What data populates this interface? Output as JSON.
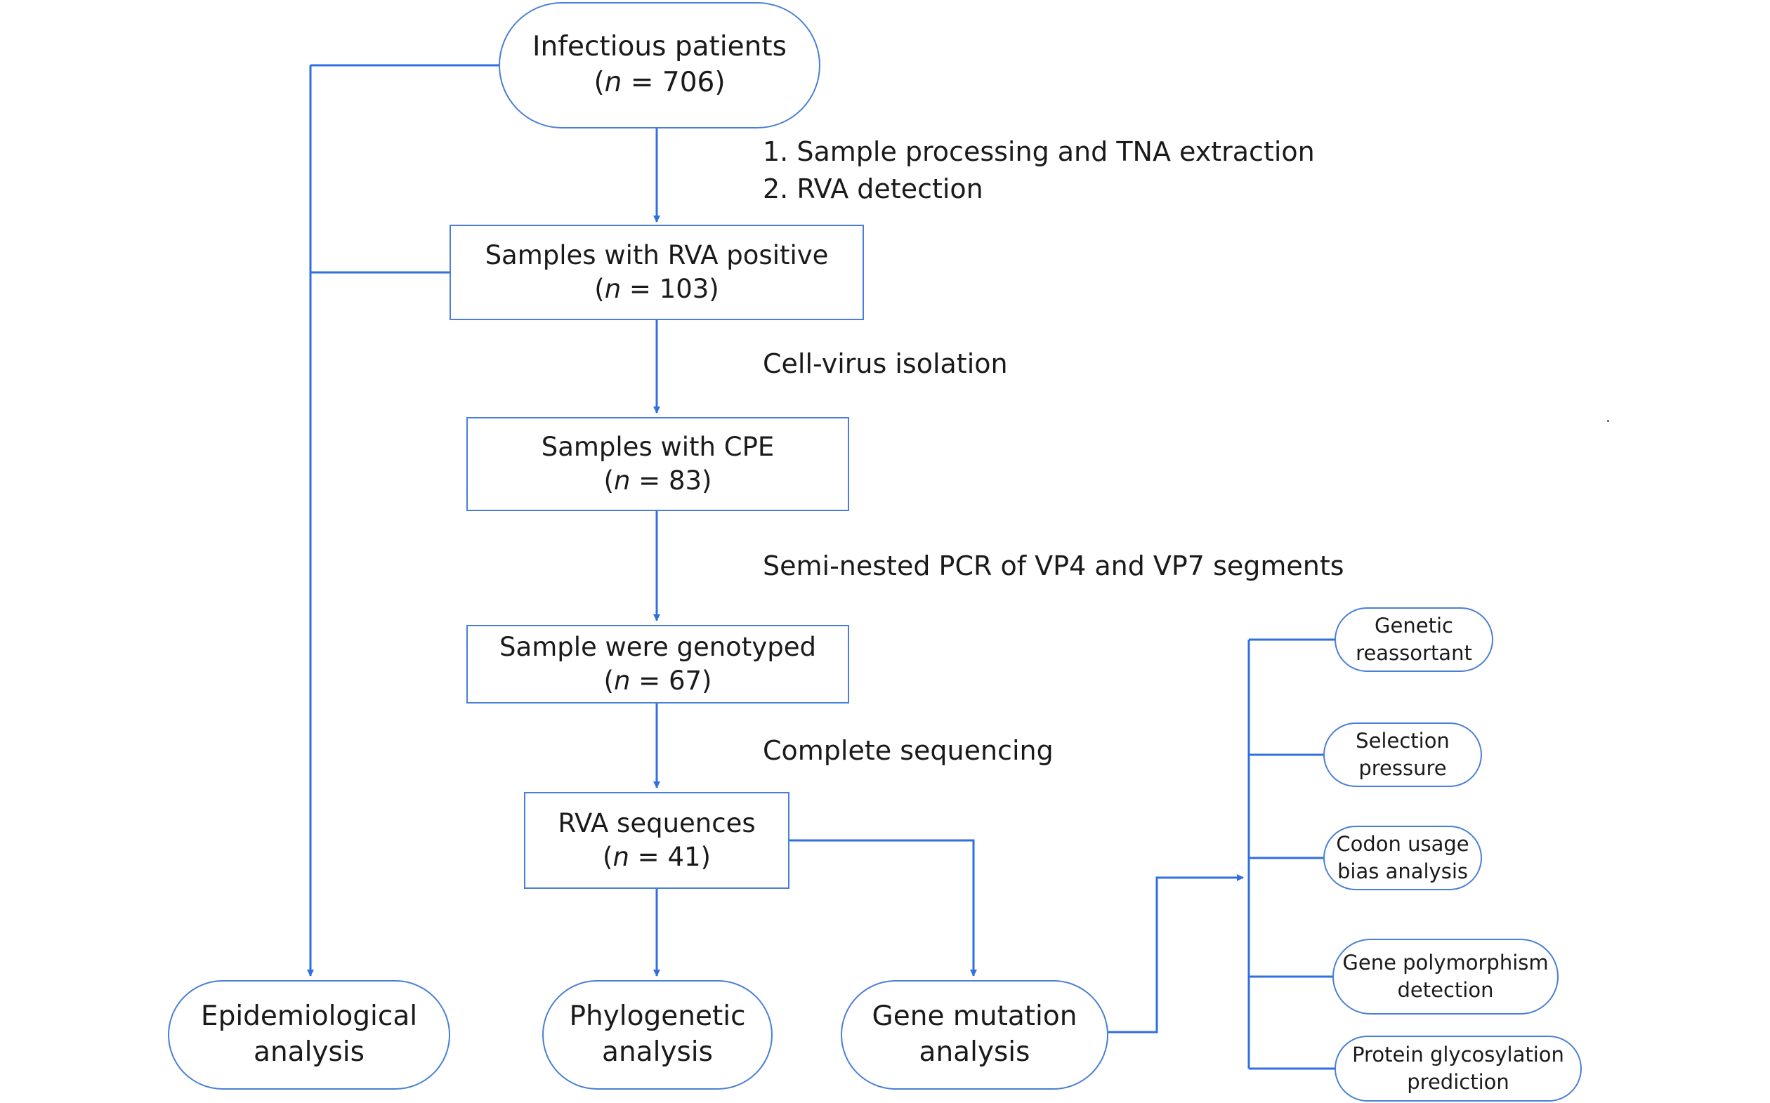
{
  "nodes": {
    "patients": {
      "line1": "Infectious patients",
      "n": "706"
    },
    "rva_pos": {
      "line1": "Samples with RVA positive",
      "n": "103"
    },
    "cpe": {
      "line1": "Samples with CPE",
      "n": "83"
    },
    "genotyped": {
      "line1": "Sample were genotyped",
      "n": "67"
    },
    "sequences": {
      "line1": "RVA sequences",
      "n": "41"
    },
    "epi": {
      "line1": "Epidemiological",
      "line2": "analysis"
    },
    "phylo": {
      "line1": "Phylogenetic",
      "line2": "analysis"
    },
    "mutation": {
      "line1": "Gene mutation",
      "line2": "analysis"
    }
  },
  "steps": {
    "step1": "1. Sample processing and TNA extraction",
    "step2": "2. RVA detection",
    "isolation": "Cell-virus isolation",
    "pcr": "Semi-nested PCR of VP4 and VP7 segments",
    "sequencing": "Complete sequencing"
  },
  "n_prefix": "n",
  "sub_analyses": [
    {
      "line1": "Genetic",
      "line2": "reassortant"
    },
    {
      "line1": "Selection",
      "line2": "pressure"
    },
    {
      "line1": "Codon usage",
      "line2": "bias analysis"
    },
    {
      "line1": "Gene polymorphism",
      "line2": "detection"
    },
    {
      "line1": "Protein glycosylation",
      "line2": "prediction"
    }
  ],
  "colors": {
    "line": "#2f6fe0",
    "border": "#4a7fd6",
    "text": "#1a1a1a"
  }
}
